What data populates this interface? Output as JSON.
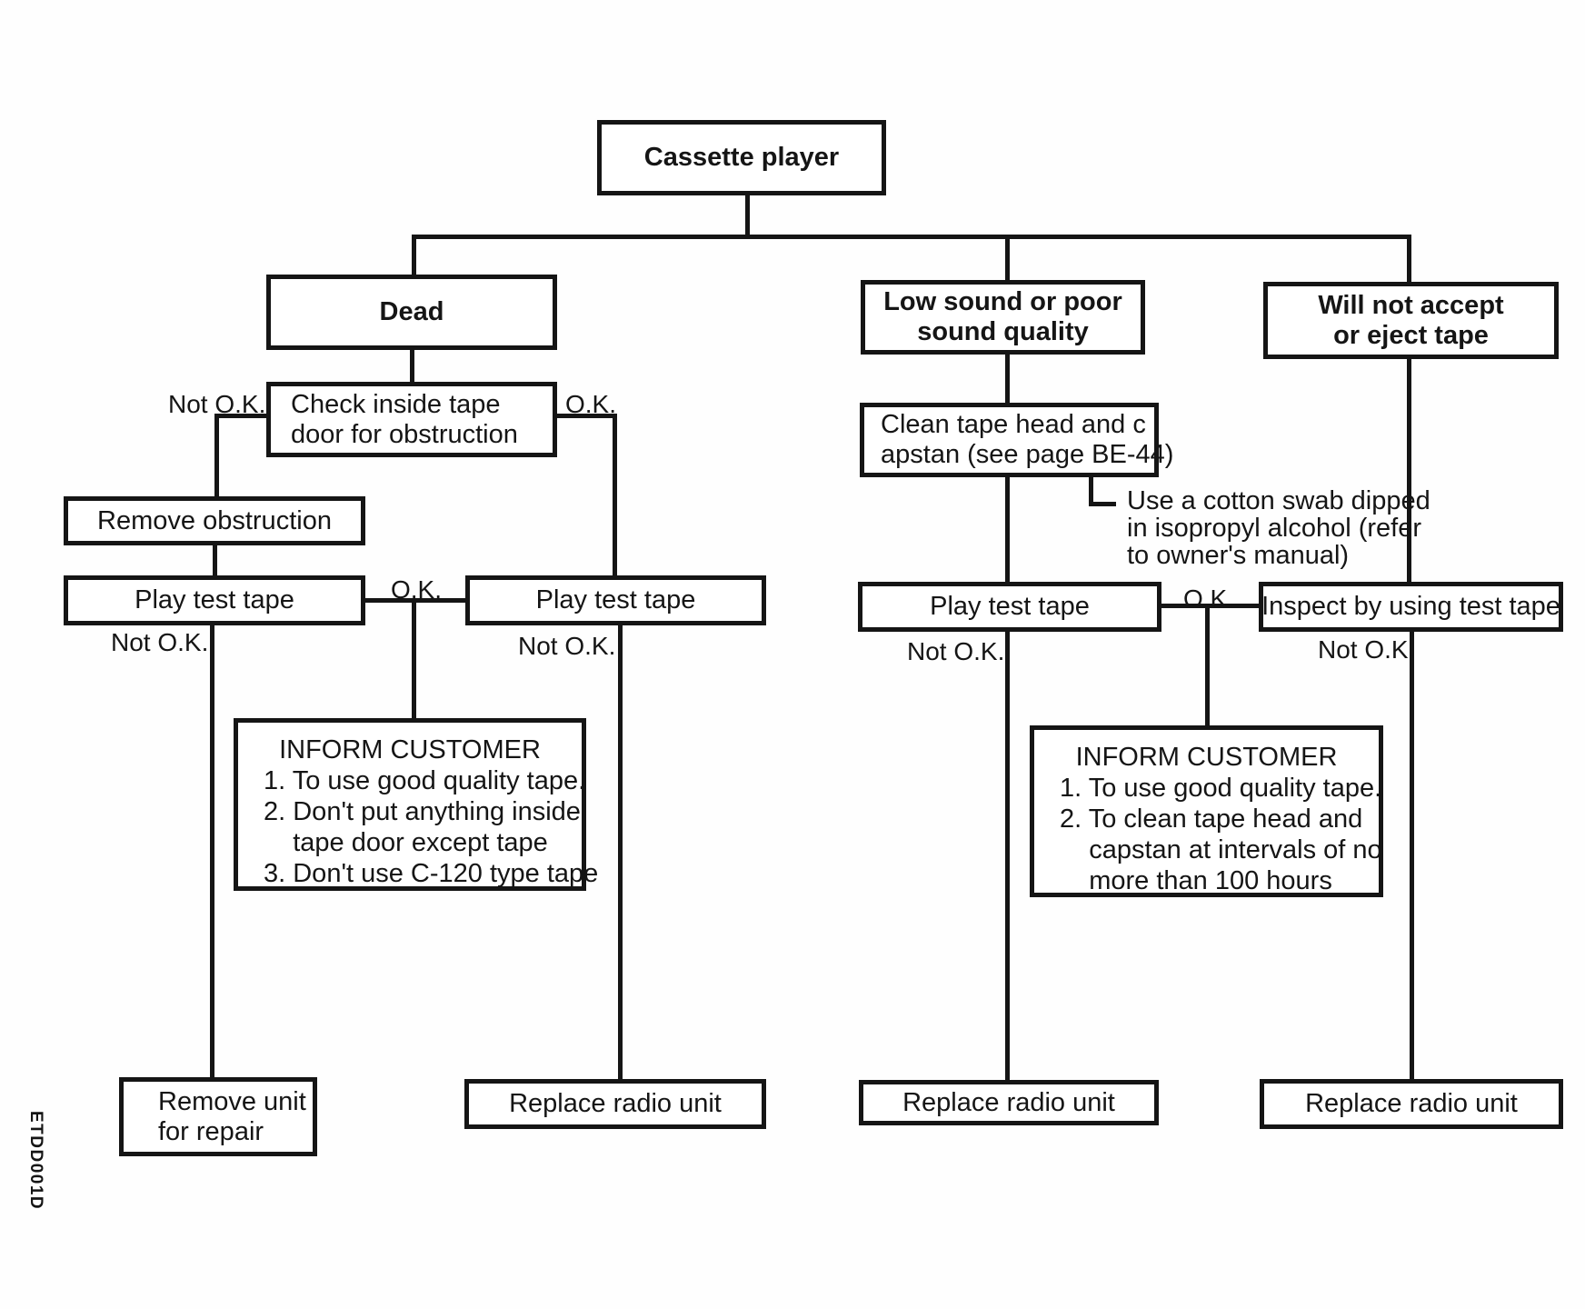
{
  "figure_code": "ETDD001D",
  "colors": {
    "ink": "#151515",
    "paper": "#ffffff"
  },
  "diagram": {
    "root": "Cassette player",
    "nodes": {
      "cassette_player": "Cassette player",
      "dead": "Dead",
      "check_inside": "Check inside tape\ndoor for obstruction",
      "low_sound": "Low sound or poor\nsound quality",
      "will_not_accept": "Will not accept\nor eject tape",
      "remove_obstruction": "Remove obstruction",
      "play_test_tape_1": "Play test tape",
      "play_test_tape_2": "Play test tape",
      "clean_tape_head": "Clean tape head and c\napstan (see page BE-44)",
      "play_test_tape_3": "Play test tape",
      "inspect_test_tape": "Inspect by using test tape",
      "remove_unit": "Remove unit\nfor repair",
      "replace_radio_1": "Replace radio unit",
      "replace_radio_2": "Replace radio unit",
      "replace_radio_3": "Replace radio unit"
    },
    "inform_left": {
      "title": "INFORM CUSTOMER",
      "body": "1. To use good quality tape.\n2. Don't put anything inside\n    tape door except tape\n3. Don't use C-120 type tape"
    },
    "inform_right": {
      "title": "INFORM CUSTOMER",
      "body": "1. To use good quality tape.\n2. To clean tape head and\n    capstan at intervals of no\n    more than 100 hours"
    },
    "note": "Use a cotton swab dipped\nin isopropyl alcohol (refer\nto owner's manual)",
    "labels": {
      "not_ok_check": "Not O.K.",
      "ok_check": "O.K.",
      "ok_play1": "O.K.",
      "not_ok_play1": "Not O.K.",
      "not_ok_play2": "Not O.K.",
      "ok_play3": "O.K.",
      "not_ok_play3": "Not O.K.",
      "not_ok_inspect": "Not O.K."
    }
  }
}
